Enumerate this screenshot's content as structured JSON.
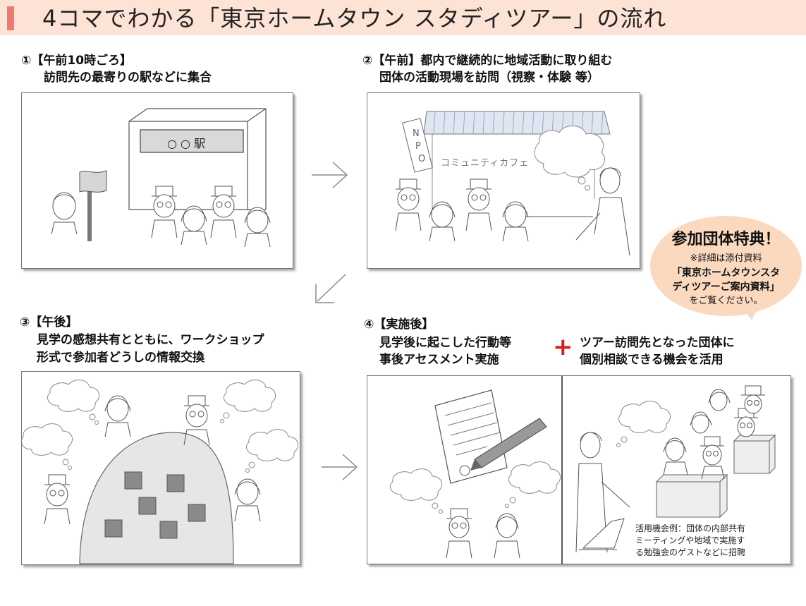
{
  "title": "4コマでわかる「東京ホームタウン スタディツアー」の流れ",
  "steps": [
    {
      "line1": "①【午前10時ごろ】",
      "line2": "訪問先の最寄りの駅などに集合"
    },
    {
      "line1": "②【午前】都内で継続的に地域活動に取り組む",
      "line2": "団体の活動現場を訪問（視察・体験 等）"
    },
    {
      "line1": "③【午後】",
      "line2": "見学の感想共有とともに、ワークショップ",
      "line3": "形式で参加者どうしの情報交換"
    },
    {
      "line1": "④【実施後】",
      "left_line1": "見学後に起こした行動等",
      "left_line2": "事後アセスメント実施",
      "right_line1": "ツアー訪問先となった団体に",
      "right_line2": "個別相談できる機会を活用"
    }
  ],
  "plus_sign": "+",
  "panel1": {
    "station_sign": "○ ○ 駅"
  },
  "panel2": {
    "npo_sign": [
      "N",
      "P",
      "O"
    ],
    "cafe_sign": "コミュニティカフェ"
  },
  "panel4": {
    "note_lines": [
      "活用機会例：団体の内部共有",
      "ミーティングや地域で実施す",
      "る勉強会のゲストなどに招聘"
    ]
  },
  "benefit": {
    "title": "参加団体特典！",
    "line1": "※詳細は添付資料",
    "line2": "「東京ホームタウンスタ",
    "line3": "ディツアーご案内資料」",
    "line4": "をご覧ください。"
  },
  "colors": {
    "title_bg": "#fde3d6",
    "title_accent": "#f07a72",
    "bubble_bg": "#fbd9bf",
    "plus": "#e0181d"
  }
}
